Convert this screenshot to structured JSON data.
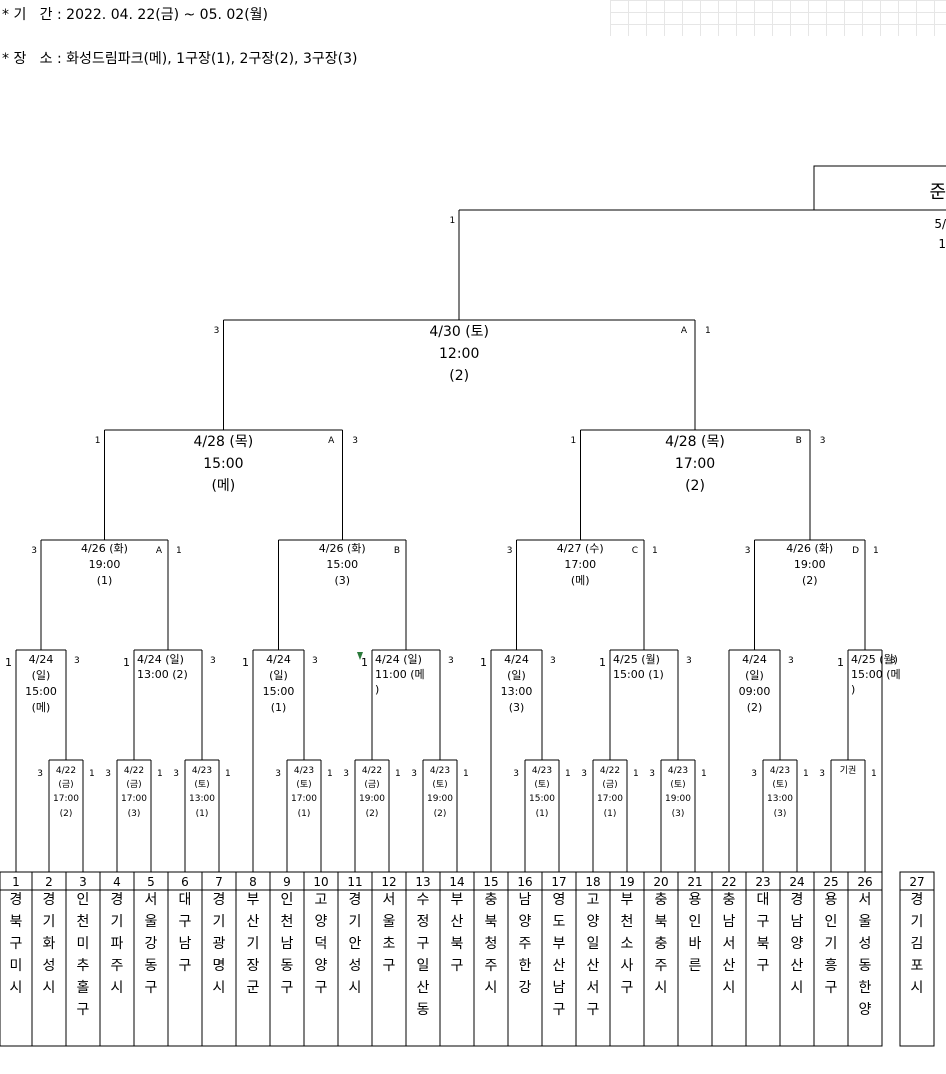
{
  "header": {
    "period": "* 기   간 : 2022. 04. 22(금) ~ 05. 02(월)",
    "venue": "* 장   소 : 화성드림파크(메), 1구장(1), 2구장(2), 3구장(3)"
  },
  "final": {
    "title": "준",
    "date": "5/",
    "venue": "1"
  },
  "teams": [
    {
      "n": "1",
      "name": "경북구미시"
    },
    {
      "n": "2",
      "name": "경기화성시"
    },
    {
      "n": "3",
      "name": "인천미추홀구"
    },
    {
      "n": "4",
      "name": "경기파주시"
    },
    {
      "n": "5",
      "name": "서울강동구"
    },
    {
      "n": "6",
      "name": "대구남구"
    },
    {
      "n": "7",
      "name": "경기광명시"
    },
    {
      "n": "8",
      "name": "부산기장군"
    },
    {
      "n": "9",
      "name": "인천남동구"
    },
    {
      "n": "10",
      "name": "고양덕양구"
    },
    {
      "n": "11",
      "name": "경기안성시"
    },
    {
      "n": "12",
      "name": "서울초구"
    },
    {
      "n": "13",
      "name": "수정구일산동"
    },
    {
      "n": "14",
      "name": "부산북구"
    },
    {
      "n": "15",
      "name": "충북청주시"
    },
    {
      "n": "16",
      "name": "남양주한강"
    },
    {
      "n": "17",
      "name": "영도부산남구"
    },
    {
      "n": "18",
      "name": "고양일산서구"
    },
    {
      "n": "19",
      "name": "부천소사구"
    },
    {
      "n": "20",
      "name": "충북충주시"
    },
    {
      "n": "21",
      "name": "용인바른"
    },
    {
      "n": "22",
      "name": "충남서산시"
    },
    {
      "n": "23",
      "name": "대구북구"
    },
    {
      "n": "24",
      "name": "경남양산시"
    },
    {
      "n": "25",
      "name": "용인기흥구"
    },
    {
      "n": "26",
      "name": "서울성동한양"
    },
    {
      "n": "27",
      "name": "경기김포시"
    }
  ],
  "r1": [
    {
      "date": "4/22",
      "day": "(금)",
      "time": "17:00",
      "venue": "(2)",
      "l": "3",
      "r": "1"
    },
    {
      "date": "4/22",
      "day": "(금)",
      "time": "17:00",
      "venue": "(3)",
      "l": "3",
      "r": "1"
    },
    {
      "date": "4/23",
      "day": "(토)",
      "time": "13:00",
      "venue": "(1)",
      "l": "3",
      "r": "1"
    },
    {
      "date": "4/23",
      "day": "(토)",
      "time": "17:00",
      "venue": "(1)",
      "l": "3",
      "r": "1"
    },
    {
      "date": "4/22",
      "day": "(금)",
      "time": "19:00",
      "venue": "(2)",
      "l": "3",
      "r": "1"
    },
    {
      "date": "4/23",
      "day": "(토)",
      "time": "19:00",
      "venue": "(2)",
      "l": "3",
      "r": "1"
    },
    {
      "date": "4/23",
      "day": "(토)",
      "time": "15:00",
      "venue": "(1)",
      "l": "3",
      "r": "1"
    },
    {
      "date": "4/22",
      "day": "(금)",
      "time": "17:00",
      "venue": "(1)",
      "l": "3",
      "r": "1"
    },
    {
      "date": "4/23",
      "day": "(토)",
      "time": "19:00",
      "venue": "(3)",
      "l": "3",
      "r": "1"
    },
    {
      "date": "4/23",
      "day": "(토)",
      "time": "13:00",
      "venue": "(3)",
      "l": "3",
      "r": "1"
    },
    {
      "date": "기권",
      "day": "",
      "time": "",
      "venue": "",
      "l": "3",
      "r": "1"
    }
  ],
  "r2": [
    {
      "lines": [
        "4/24",
        "(일)",
        "15:00",
        "(메)"
      ],
      "l": "1",
      "r": "3"
    },
    {
      "lines": [
        "4/24  (일)",
        "13:00  (2)"
      ],
      "l": "1",
      "r": "3"
    },
    {
      "lines": [
        "4/24",
        "(일)",
        "15:00",
        "(1)"
      ],
      "l": "1",
      "r": "3"
    },
    {
      "lines": [
        "4/24  (일)",
        "11:00  (메",
        ")"
      ],
      "l": "1",
      "r": "3"
    },
    {
      "lines": [
        "4/24",
        "(일)",
        "13:00",
        "(3)"
      ],
      "l": "1",
      "r": "3"
    },
    {
      "lines": [
        "4/25  (월)",
        "15:00  (1)"
      ],
      "l": "1",
      "r": "3"
    },
    {
      "lines": [
        "4/24",
        "(일)",
        "09:00",
        "(2)"
      ],
      "l": "",
      "r": "3"
    },
    {
      "lines": [
        "4/25  (월)",
        "15:00  (메",
        ")"
      ],
      "l": "1",
      "r": "3"
    }
  ],
  "r3": [
    {
      "date": "4/26 (화)",
      "time": "19:00",
      "venue": "(1)",
      "tag": "A",
      "l": "3",
      "r": "1"
    },
    {
      "date": "4/26 (화)",
      "time": "15:00",
      "venue": "(3)",
      "tag": "B",
      "l": "",
      "r": ""
    },
    {
      "date": "4/27 (수)",
      "time": "17:00",
      "venue": "(메)",
      "tag": "C",
      "l": "3",
      "r": "1"
    },
    {
      "date": "4/26 (화)",
      "time": "19:00",
      "venue": "(2)",
      "tag": "D",
      "l": "3",
      "r": "1"
    }
  ],
  "r4": [
    {
      "date": "4/28 (목)",
      "time": "15:00",
      "venue": "(메)",
      "tag": "A",
      "l": "1",
      "r": "3"
    },
    {
      "date": "4/28 (목)",
      "time": "17:00",
      "venue": "(2)",
      "tag": "B",
      "l": "1",
      "r": "3"
    }
  ],
  "r5": {
    "date": "4/30 (토)",
    "time": "12:00",
    "venue": "(2)",
    "tag": "A",
    "l": "3",
    "r": "1"
  },
  "r6": {
    "l": "1"
  }
}
